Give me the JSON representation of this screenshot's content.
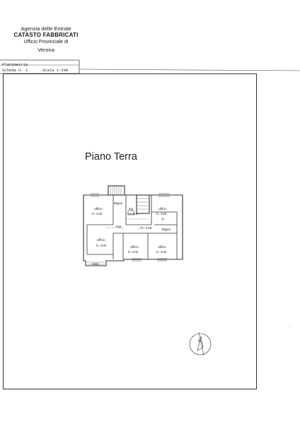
{
  "header": {
    "line1": "Agenzia delle Entrate",
    "line2": "CATASTO FABBRICATI",
    "line3": "Ufficio Provinciale di",
    "line4": "Verona"
  },
  "form": {
    "type": "Planimetria",
    "sheet": "Scheda n. 1",
    "scale": "Scala 1:200"
  },
  "plan": {
    "title": "Piano Terra",
    "rooms": [
      {
        "key": "uff1",
        "name": "Ufficio",
        "height": "h= 3.00"
      },
      {
        "key": "bagno1",
        "name": "Bagno"
      },
      {
        "key": "ingcom",
        "name": "Ing.",
        "sub": "comune"
      },
      {
        "key": "uff2",
        "name": "Ufficio",
        "height": "h= 3.00"
      },
      {
        "key": "ingr",
        "name": "Ingr."
      },
      {
        "key": "corr",
        "height": "h= 2.65"
      },
      {
        "key": "bagno2",
        "name": "Bagno"
      },
      {
        "key": "uff3",
        "name": "Ufficio",
        "height": "h= 3.00"
      },
      {
        "key": "uff4",
        "name": "Ufficio",
        "height": "h= 3.00"
      },
      {
        "key": "uff5",
        "name": "Ufficio",
        "height": "h= 3.00"
      },
      {
        "key": "bott",
        "name": "Sotto"
      }
    ],
    "compass_label": "N"
  }
}
